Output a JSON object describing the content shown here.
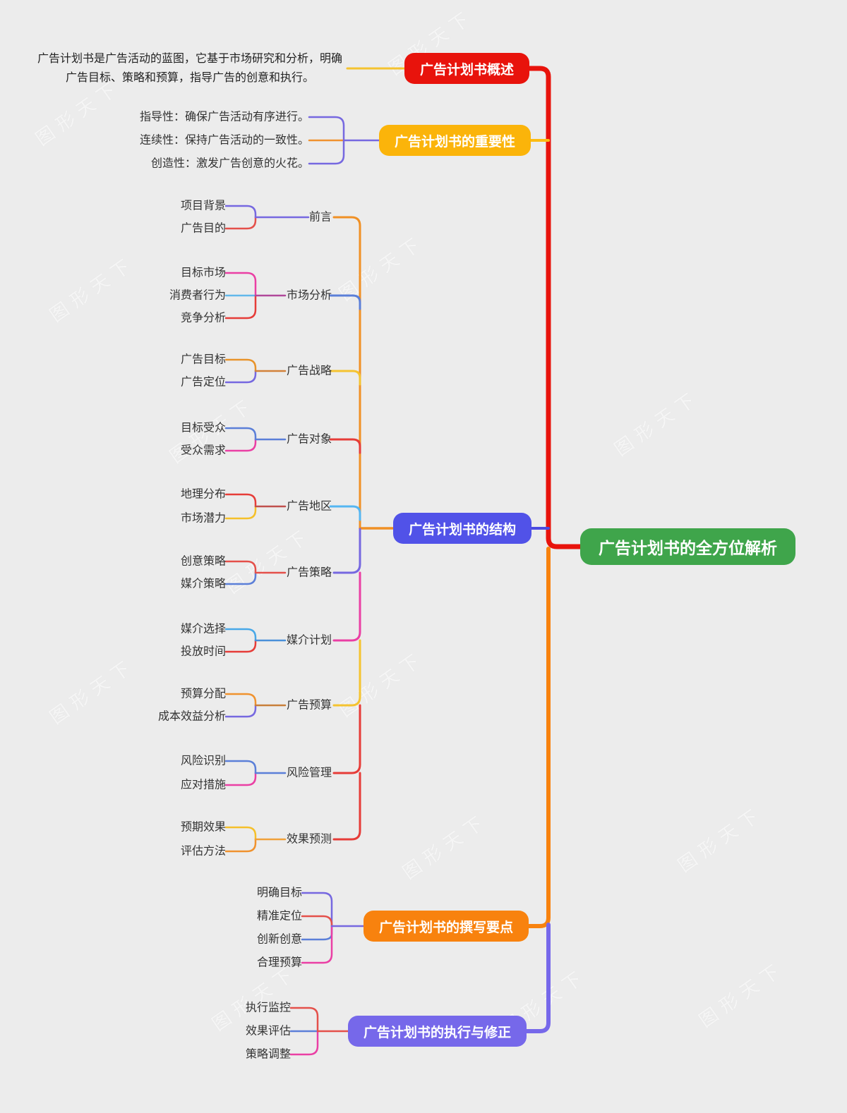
{
  "page": {
    "background": "#ececec",
    "watermark": "图形天下"
  },
  "root": {
    "label": "广告计划书的全方位解析",
    "color": "#3fa54b"
  },
  "overview": {
    "label": "广告计划书概述",
    "color": "#e8130c",
    "note": "广告计划书是广告活动的蓝图，它基于市场研究和分析，明确广告目标、策略和预算，指导广告的创意和执行。"
  },
  "importance": {
    "label": "广告计划书的重要性",
    "color": "#fbb40a",
    "children": [
      {
        "label": "指导性：确保广告活动有序进行。"
      },
      {
        "label": "连续性：保持广告活动的一致性。"
      },
      {
        "label": "创造性：激发广告创意的火花。"
      }
    ]
  },
  "structure": {
    "label": "广告计划书的结构",
    "color": "#5152e8",
    "sections": [
      {
        "label": "前言",
        "children": [
          "项目背景",
          "广告目的"
        ]
      },
      {
        "label": "市场分析",
        "children": [
          "目标市场",
          "消费者行为",
          "竞争分析"
        ]
      },
      {
        "label": "广告战略",
        "children": [
          "广告目标",
          "广告定位"
        ]
      },
      {
        "label": "广告对象",
        "children": [
          "目标受众",
          "受众需求"
        ]
      },
      {
        "label": "广告地区",
        "children": [
          "地理分布",
          "市场潜力"
        ]
      },
      {
        "label": "广告策略",
        "children": [
          "创意策略",
          "媒介策略"
        ]
      },
      {
        "label": "媒介计划",
        "children": [
          "媒介选择",
          "投放时间"
        ]
      },
      {
        "label": "广告预算",
        "children": [
          "预算分配",
          "成本效益分析"
        ]
      },
      {
        "label": "风险管理",
        "children": [
          "风险识别",
          "应对措施"
        ]
      },
      {
        "label": "效果预测",
        "children": [
          "预期效果",
          "评估方法"
        ]
      }
    ]
  },
  "writing": {
    "label": "广告计划书的撰写要点",
    "color": "#f8820e",
    "children": [
      "明确目标",
      "精准定位",
      "创新创意",
      "合理预算"
    ]
  },
  "execution": {
    "label": "广告计划书的执行与修正",
    "color": "#7668ea",
    "children": [
      "执行监控",
      "效果评估",
      "策略调整"
    ]
  }
}
